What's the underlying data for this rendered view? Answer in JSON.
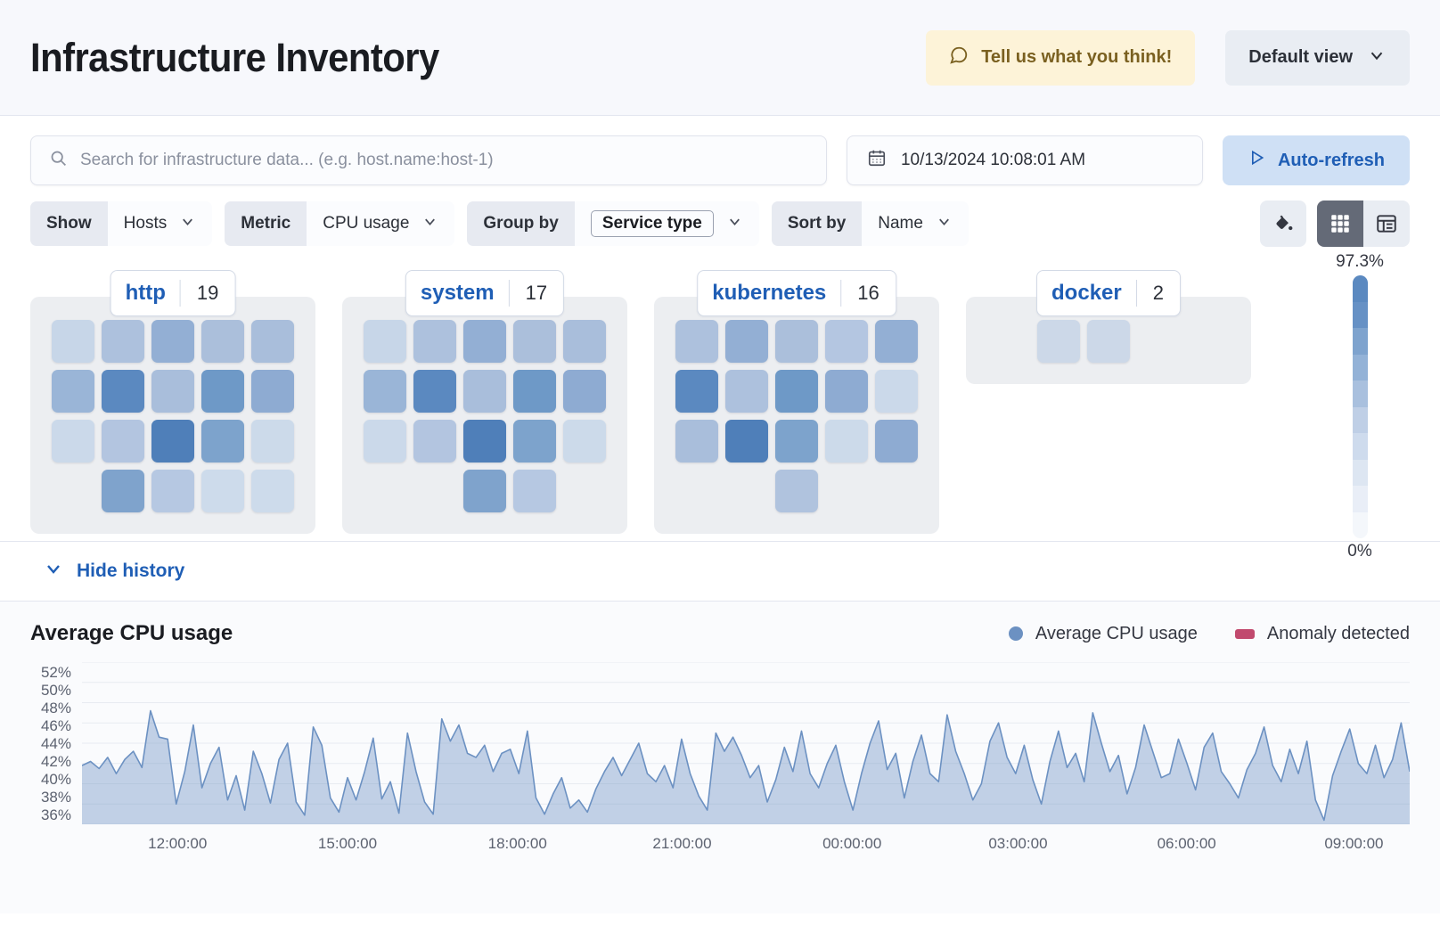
{
  "header": {
    "title": "Infrastructure Inventory",
    "feedback_label": "Tell us what you think!",
    "feedback_icon": "comment-icon",
    "view_label": "Default view",
    "view_icon": "chevron-down-icon"
  },
  "search": {
    "placeholder": "Search for infrastructure data... (e.g. host.name:host-1)",
    "value": "",
    "icon": "search-icon",
    "date_value": "10/13/2024 10:08:01 AM",
    "date_icon": "calendar-icon",
    "refresh_label": "Auto-refresh",
    "refresh_icon": "play-icon"
  },
  "filters": [
    {
      "label": "Show",
      "value": "Hosts",
      "token": false
    },
    {
      "label": "Metric",
      "value": "CPU usage",
      "token": false
    },
    {
      "label": "Group by",
      "value": "Service type",
      "token": true
    },
    {
      "label": "Sort by",
      "value": "Name",
      "token": false
    }
  ],
  "toolbar": {
    "legend_icon": "paint-bucket-icon",
    "grid_view_icon": "grid-view-icon",
    "table_view_icon": "table-view-icon",
    "active_view": "grid"
  },
  "legend": {
    "max": "97.3%",
    "min": "0%",
    "stops": [
      "#5b89c0",
      "#6691c5",
      "#7ea3ce",
      "#93b2d7",
      "#a9c0de",
      "#bfcfe6",
      "#cedbed",
      "#dde6f2",
      "#e9eef7",
      "#f4f7fb"
    ]
  },
  "groups": [
    {
      "name": "http",
      "count": "19",
      "rows": [
        [
          "#c7d6e8",
          "#adc1dd",
          "#93afd4",
          "#abbfdb",
          "#a9bedb"
        ],
        [
          "#9ab5d7",
          "#5b89c0",
          "#a9bedb",
          "#6e99c7",
          "#8eabd2"
        ],
        [
          "#cbd9ea",
          "#b3c5e0",
          "#4f7fb9",
          "#7da3cc",
          "#ccdaea"
        ],
        [
          "ghost",
          "#7fa3cc",
          "#b6c8e2",
          "#cddbeb",
          "#cddbeb"
        ]
      ]
    },
    {
      "name": "system",
      "count": "17",
      "rows": [
        [
          "#c7d6e8",
          "#adc1dd",
          "#93afd4",
          "#abbfdb",
          "#a9bedb"
        ],
        [
          "#9ab5d7",
          "#5b89c0",
          "#a9bedb",
          "#6e99c7",
          "#8eabd2"
        ],
        [
          "#cbd9ea",
          "#b3c5e0",
          "#4f7fb9",
          "#7da3cc",
          "#ccdaea"
        ],
        [
          "ghost",
          "ghost",
          "#7fa3cc",
          "#b6c8e2",
          "ghost"
        ]
      ]
    },
    {
      "name": "kubernetes",
      "count": "16",
      "rows": [
        [
          "#adc1dd",
          "#93afd4",
          "#abbfdb",
          "#b4c6e1",
          "#93afd4"
        ],
        [
          "#5b89c0",
          "#adc1dd",
          "#6e99c7",
          "#8eabd2",
          "#cbd9ea"
        ],
        [
          "#a9bedb",
          "#4f7fb9",
          "#7da3cc",
          "#ccdaea",
          "#8eabd2"
        ],
        [
          "ghost",
          "ghost",
          "#b0c3de",
          "ghost",
          "ghost"
        ]
      ]
    },
    {
      "name": "docker",
      "count": "2",
      "rows": [
        [
          "ghost",
          "#ccd8e8",
          "#ccd8e8",
          "ghost",
          "ghost"
        ]
      ]
    }
  ],
  "history": {
    "toggle_label": "Hide history",
    "toggle_icon": "chevron-down-icon"
  },
  "chart_data": {
    "type": "area",
    "title": "Average CPU usage",
    "xlabel": "",
    "ylabel": "",
    "grid": true,
    "legend_position": "top-right",
    "legend": [
      {
        "name": "Average CPU usage",
        "color": "#6c91c2",
        "marker": "circle"
      },
      {
        "name": "Anomaly detected",
        "color": "#c14a6e",
        "marker": "rect"
      }
    ],
    "ylim": [
      36,
      52
    ],
    "ytick_labels": [
      "52%",
      "50%",
      "48%",
      "46%",
      "44%",
      "42%",
      "40%",
      "38%",
      "36%"
    ],
    "ytick_values": [
      52,
      50,
      48,
      46,
      44,
      42,
      40,
      38,
      36
    ],
    "xtick_labels": [
      "12:00:00",
      "15:00:00",
      "18:00:00",
      "21:00:00",
      "00:00:00",
      "03:00:00",
      "06:00:00",
      "09:00:00"
    ],
    "xtick_positions": [
      0.072,
      0.2,
      0.328,
      0.452,
      0.58,
      0.705,
      0.832,
      0.958
    ],
    "series_name": "Average CPU usage",
    "series_color": "#6c91c2",
    "fill_color": "rgba(108,145,194,0.40)",
    "values": [
      41.8,
      42.2,
      41.5,
      42.6,
      41.0,
      42.4,
      43.2,
      41.6,
      47.2,
      44.6,
      44.4,
      38.0,
      41.2,
      45.8,
      39.6,
      42.0,
      43.6,
      38.4,
      40.8,
      37.4,
      43.2,
      41.0,
      38.1,
      42.4,
      44.0,
      38.2,
      36.9,
      45.6,
      43.8,
      38.6,
      37.2,
      40.6,
      38.4,
      41.2,
      44.5,
      38.5,
      40.2,
      37.1,
      45.0,
      41.2,
      38.2,
      37.0,
      46.4,
      44.2,
      45.8,
      43.0,
      42.6,
      43.8,
      41.2,
      43.0,
      43.4,
      41.0,
      45.2,
      38.6,
      37.0,
      39.0,
      40.6,
      37.6,
      38.4,
      37.2,
      39.5,
      41.2,
      42.6,
      40.8,
      42.4,
      44.0,
      41.0,
      40.2,
      41.8,
      39.6,
      44.4,
      41.0,
      38.8,
      37.4,
      45.0,
      43.2,
      44.6,
      42.8,
      40.6,
      41.8,
      38.2,
      40.4,
      43.6,
      41.2,
      45.2,
      41.0,
      39.6,
      42.0,
      43.8,
      40.2,
      37.4,
      41.0,
      44.0,
      46.2,
      41.4,
      43.0,
      38.6,
      42.2,
      44.8,
      41.0,
      40.2,
      46.8,
      43.2,
      41.0,
      38.4,
      40.0,
      44.2,
      46.0,
      42.6,
      41.0,
      43.8,
      40.4,
      38.0,
      42.2,
      45.2,
      41.6,
      43.0,
      40.2,
      47.0,
      44.0,
      41.2,
      42.8,
      39.0,
      41.6,
      45.8,
      43.2,
      40.6,
      41.0,
      44.4,
      42.0,
      39.4,
      43.6,
      45.0,
      41.2,
      40.0,
      38.6,
      41.4,
      43.0,
      45.6,
      41.8,
      40.2,
      43.4,
      41.0,
      44.2,
      38.4,
      36.4,
      40.8,
      43.2,
      45.4,
      42.0,
      41.0,
      43.8,
      40.6,
      42.4,
      46.0,
      41.2
    ]
  }
}
